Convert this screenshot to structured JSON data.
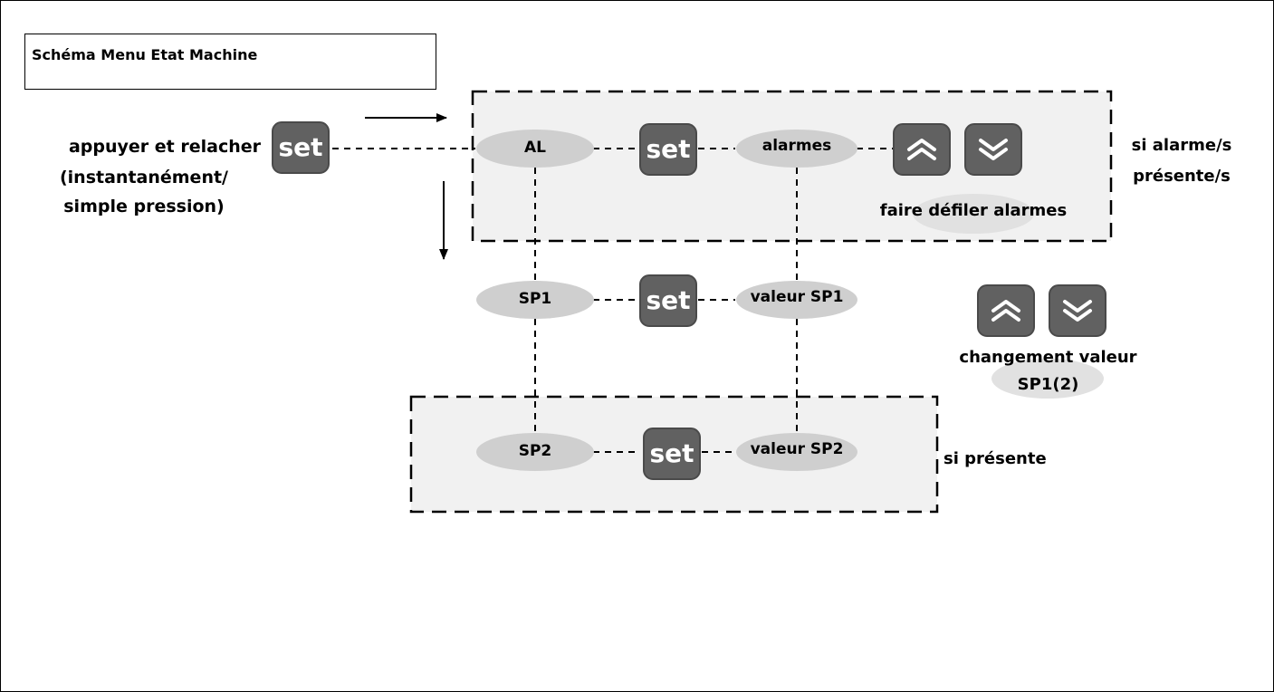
{
  "title": "Schéma Menu Etat Machine",
  "entry": {
    "instruction_lines": [
      "appuyer et relacher",
      "(instantanément/",
      "simple pression)"
    ],
    "button_label": "set"
  },
  "nodes": {
    "al": "AL",
    "alarmes": "alarmes",
    "sp1": "SP1",
    "valeur_sp1": "valeur SP1",
    "sp2": "SP2",
    "valeur_sp2": "valeur SP2"
  },
  "set_buttons": [
    "set",
    "set",
    "set"
  ],
  "notes": {
    "alarm_condition_lines": [
      "si alarme/s",
      "présente/s"
    ],
    "scroll_alarms": "faire défiler alarmes",
    "change_value_lines": [
      "changement valeur",
      "SP1(2)"
    ],
    "if_present": "si présente"
  },
  "icons": [
    "up-chevrons-icon",
    "down-chevrons-icon"
  ],
  "colors": {
    "button": "#616161",
    "node": "#cfcfcf",
    "group_box": "#f1f1f1"
  }
}
